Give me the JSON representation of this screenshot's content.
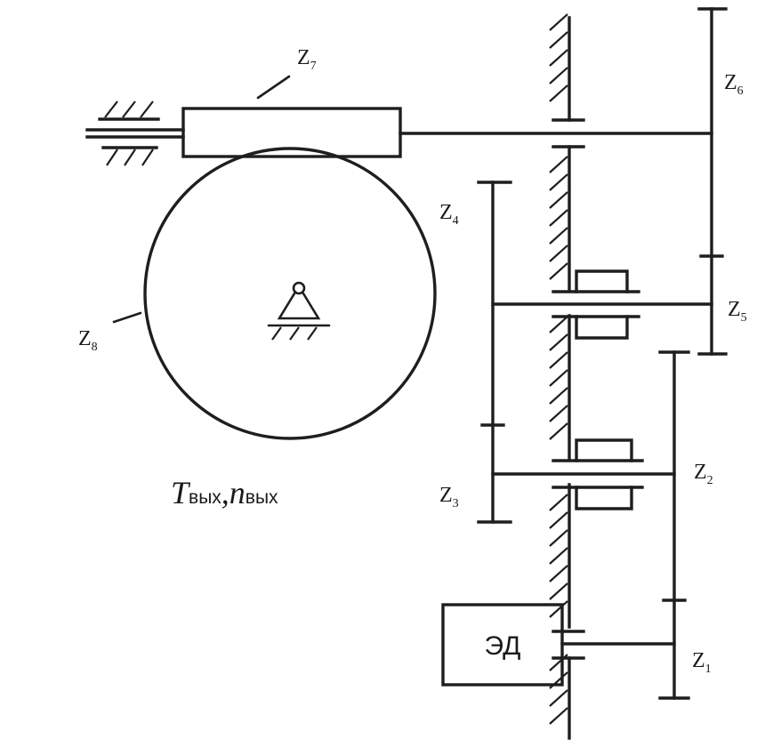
{
  "labels": {
    "z1": {
      "base": "Z",
      "sub": "1"
    },
    "z2": {
      "base": "Z",
      "sub": "2"
    },
    "z3": {
      "base": "Z",
      "sub": "3"
    },
    "z4": {
      "base": "Z",
      "sub": "4"
    },
    "z5": {
      "base": "Z",
      "sub": "5"
    },
    "z6": {
      "base": "Z",
      "sub": "6"
    },
    "z7": {
      "base": "Z",
      "sub": "7"
    },
    "z8": {
      "base": "Z",
      "sub": "8"
    }
  },
  "motor": {
    "label": "ЭД"
  },
  "output": {
    "torque_symbol": "T",
    "torque_sub": "вых",
    "separator": ",",
    "speed_symbol": "n",
    "speed_sub": "вых"
  },
  "colors": {
    "ink": "#1e1e1e",
    "paper": "#ffffff"
  }
}
